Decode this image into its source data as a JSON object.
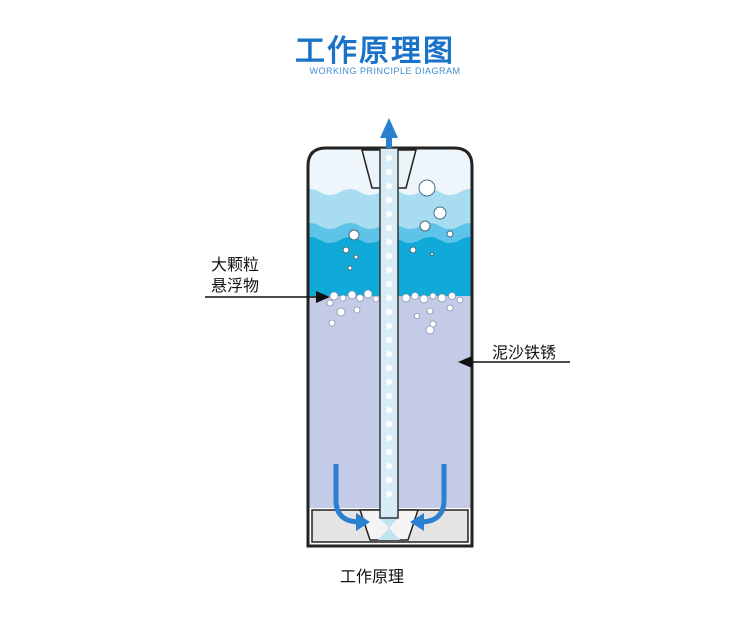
{
  "header": {
    "title": "工作原理图",
    "subtitle": "WORKING PRINCIPLE DIAGRAM"
  },
  "labels": {
    "suspended_particles_line1": "大颗粒",
    "suspended_particles_line2": "悬浮物",
    "sediment": "泥沙铁锈"
  },
  "caption": "工作原理",
  "colors": {
    "title_blue": "#1a73c9",
    "water_light": "#a8dcf0",
    "water_mid": "#5ec3e8",
    "water_deep": "#0aa6d6",
    "sediment": "#c3cbe6",
    "arrow_blue": "#2a7fd0"
  }
}
